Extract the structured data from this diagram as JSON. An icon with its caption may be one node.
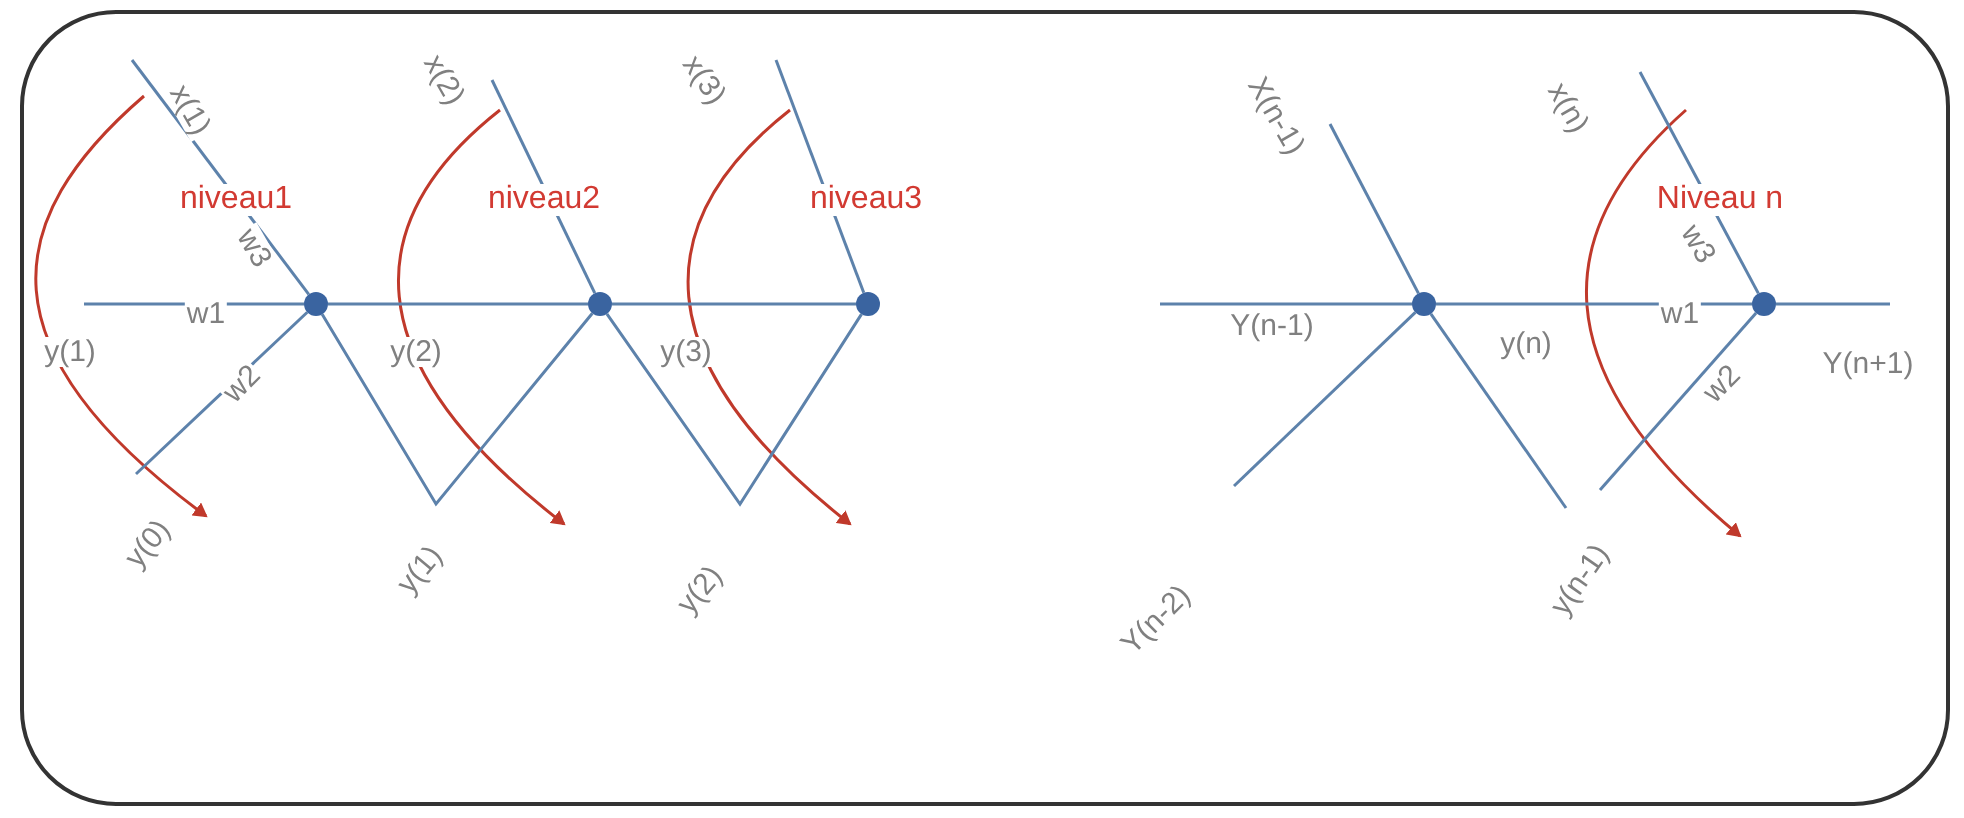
{
  "diagram": {
    "nodes": [
      {
        "text": [],
        "shape": "circle"
      },
      {
        "text": [],
        "shape": "circle"
      },
      {
        "text": [],
        "shape": "circle"
      },
      {
        "text": [],
        "shape": "circle"
      },
      {
        "text": [],
        "shape": "circle"
      }
    ],
    "edges": [
      {
        "from": null,
        "to": 0,
        "arrow": "none"
      },
      {
        "from": 0,
        "to": 1,
        "arrow": "none"
      },
      {
        "from": 1,
        "to": 2,
        "arrow": "none"
      },
      {
        "from": null,
        "to": 0,
        "arrow": "none"
      },
      {
        "from": 0,
        "to": 1,
        "arrow": "none"
      },
      {
        "from": 0,
        "to": null,
        "arrow": "none"
      },
      {
        "from": null,
        "to": 1,
        "arrow": "none"
      },
      {
        "from": 1,
        "to": 2,
        "arrow": "none"
      },
      {
        "from": null,
        "to": 2,
        "arrow": "none"
      },
      {
        "from": null,
        "to": 3,
        "arrow": "none"
      },
      {
        "from": 3,
        "to": 4,
        "arrow": "none"
      },
      {
        "from": 4,
        "to": null,
        "arrow": "none"
      },
      {
        "from": null,
        "to": 3,
        "arrow": "none"
      },
      {
        "from": 3,
        "to": null,
        "arrow": "none"
      },
      {
        "from": 3,
        "to": null,
        "arrow": "none"
      },
      {
        "from": null,
        "to": 4,
        "arrow": "none"
      },
      {
        "from": 4,
        "to": null,
        "arrow": "none"
      }
    ],
    "labels": [
      "x(1)",
      "x(2)",
      "x(3)",
      "niveau1",
      "niveau2",
      "niveau3",
      "w3",
      "w1",
      "y(1)",
      "y(2)",
      "y(3)",
      "w2",
      "y(0)",
      "y(1)",
      "y(2)",
      "X(n-1)",
      "x(n)",
      "Niveau n",
      "w3",
      "Y(n-1)",
      "y(n)",
      "w1",
      "w2",
      "Y(n+1)",
      "y(n-1)",
      "Y(n-2)"
    ]
  }
}
